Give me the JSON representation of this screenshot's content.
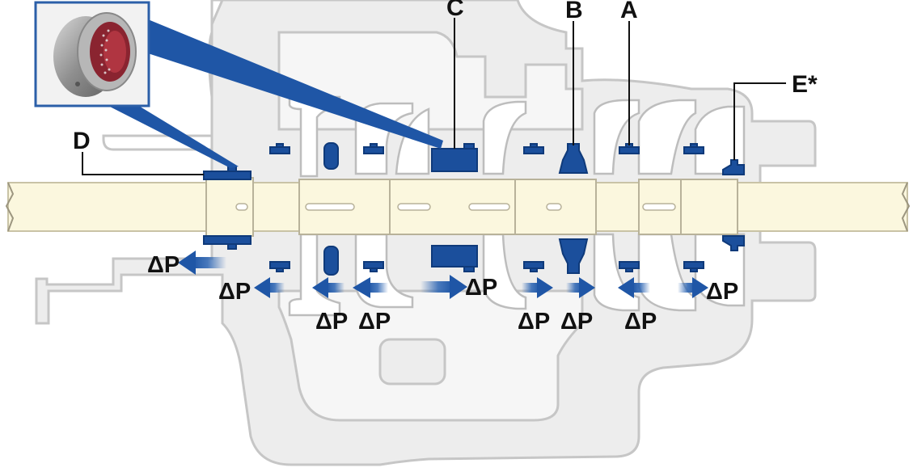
{
  "callouts": {
    "a": "A",
    "b": "B",
    "c": "C",
    "d": "D",
    "e": "E*"
  },
  "pressure_label": "ΔP",
  "colors": {
    "casing": "#ededed",
    "casing_stroke": "#c6c6c6",
    "shaft": "#fbf7de",
    "shaft_stroke": "#c9c3a6",
    "part": "#1b4f9c",
    "part_dark": "#0f3a7a",
    "arrow": "#2b64b3",
    "inset_border": "#2b5fa8",
    "bushing_outer": "#9a9a9a",
    "bushing_inner": "#8a2430"
  },
  "icons": {
    "inset": "bushing-photo",
    "arrow": "pressure-arrow"
  }
}
